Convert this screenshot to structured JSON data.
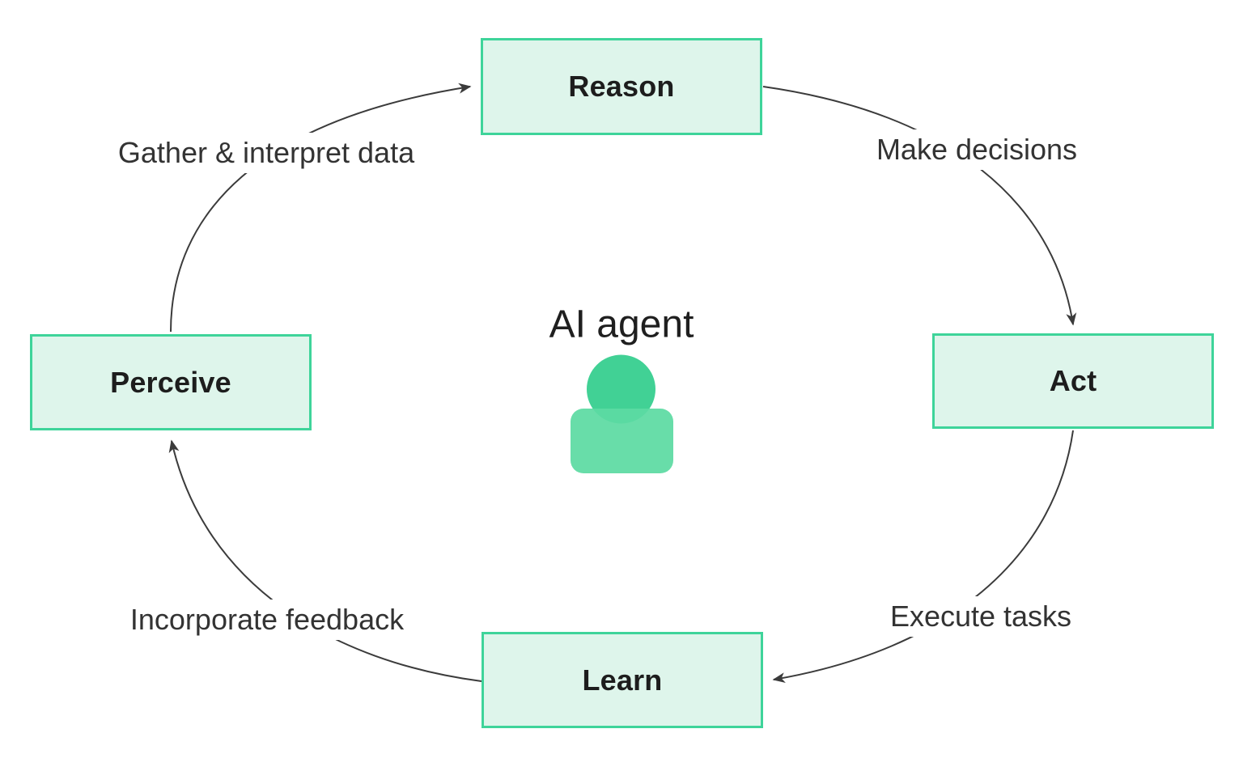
{
  "diagram": {
    "center": {
      "title": "AI agent",
      "icon": "person-icon"
    },
    "nodes": {
      "reason": {
        "label": "Reason"
      },
      "act": {
        "label": "Act"
      },
      "learn": {
        "label": "Learn"
      },
      "perceive": {
        "label": "Perceive"
      }
    },
    "edges": {
      "perceive_to_reason": {
        "from": "Perceive",
        "to": "Reason",
        "label": "Gather & interpret data"
      },
      "reason_to_act": {
        "from": "Reason",
        "to": "Act",
        "label": "Make decisions"
      },
      "act_to_learn": {
        "from": "Act",
        "to": "Learn",
        "label": "Execute tasks"
      },
      "learn_to_perceive": {
        "from": "Learn",
        "to": "Perceive",
        "label": "Incorporate feedback"
      }
    },
    "colors": {
      "background": "#ffffff",
      "node_fill": "#def5eb",
      "node_border": "#3ed49a",
      "node_text": "#1d1d1d",
      "edge_stroke": "#3b3b3b",
      "edge_label_text": "#333333",
      "agent_head": "#41d195",
      "agent_body": "#5cdaa3"
    }
  }
}
